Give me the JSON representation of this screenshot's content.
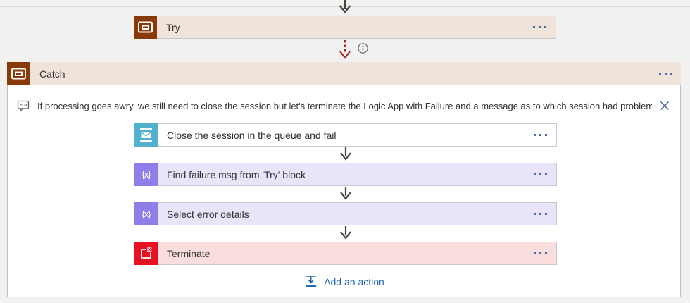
{
  "colors": {
    "canvas_bg": "#F1F1F0",
    "scope_header_bg": "#F0E3DA",
    "scope_icon_brown": "#8A3A08",
    "service_bus_icon_teal": "#52B2CE",
    "variables_icon_purple": "#8E7EE8",
    "variables_card_bg": "#E9E4FA",
    "terminate_icon_red": "#E81123",
    "terminate_card_bg": "#FADEDD",
    "connector_arrow_gray": "#474542",
    "failed_connector_red": "#A4262C",
    "link_blue": "#2268B4",
    "menu_dots_blue": "#4A6DA8",
    "text": "#323130"
  },
  "try_scope": {
    "title": "Try"
  },
  "catch_scope": {
    "title": "Catch",
    "comment": {
      "text": "If processing goes awry, we still need to close the session but let's terminate the Logic App with Failure and a message as to which session had problems"
    },
    "actions": [
      {
        "label": "Close the session in the queue and fail",
        "icon": "service-bus-icon"
      },
      {
        "label": "Find failure msg from 'Try' block",
        "icon": "variables-icon"
      },
      {
        "label": "Select error details",
        "icon": "variables-icon"
      },
      {
        "label": "Terminate",
        "icon": "terminate-icon"
      }
    ],
    "add_action_label": "Add an action"
  },
  "icons": {
    "variables_glyph": "{x}"
  }
}
